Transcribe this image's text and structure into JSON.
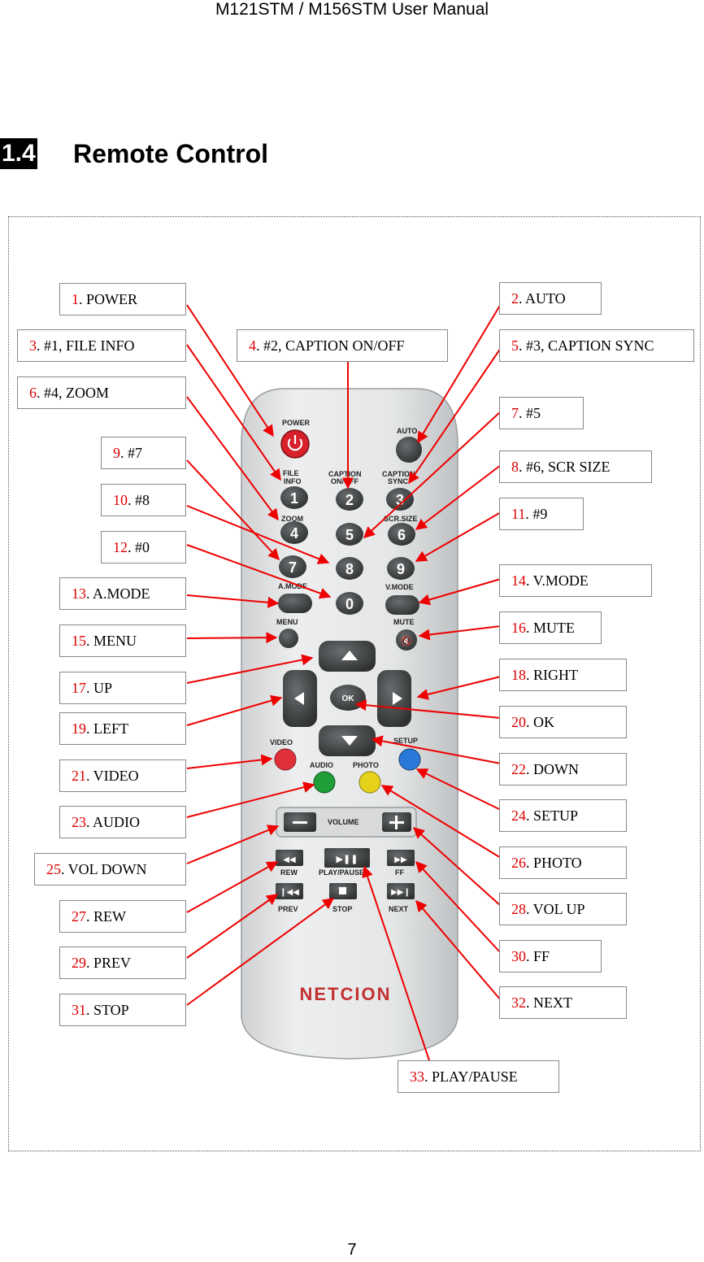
{
  "header": {
    "title": "M121STM / M156STM User Manual"
  },
  "section": {
    "number": "1.4",
    "title": "Remote Control"
  },
  "page_number": "7",
  "remote": {
    "brand": "NETCION",
    "buttons": {
      "power": "POWER",
      "auto": "AUTO",
      "file_info": "FILE\nINFO",
      "caption_onoff": "CAPTION\nON/OFF",
      "caption_sync": "CAPTION\nSYNC",
      "zoom": "ZOOM",
      "scr_size": "SCR.SIZE",
      "a_mode": "A.MODE",
      "v_mode": "V.MODE",
      "menu": "MENU",
      "mute": "MUTE",
      "ok": "OK",
      "video": "VIDEO",
      "setup": "SETUP",
      "audio": "AUDIO",
      "photo": "PHOTO",
      "volume": "VOLUME",
      "rew": "REW",
      "play_pause": "PLAY/PAUSE",
      "ff": "FF",
      "prev": "PREV",
      "stop": "STOP",
      "next": "NEXT",
      "digits": [
        "1",
        "2",
        "3",
        "4",
        "5",
        "6",
        "7",
        "8",
        "9",
        "0"
      ]
    }
  },
  "callouts": [
    {
      "num": "1",
      "text": ". POWER"
    },
    {
      "num": "2",
      "text": ". AUTO"
    },
    {
      "num": "3",
      "text": ". #1, FILE INFO"
    },
    {
      "num": "4",
      "text": ". #2, CAPTION ON/OFF"
    },
    {
      "num": "5",
      "text": ". #3, CAPTION SYNC"
    },
    {
      "num": "6",
      "text": ". #4, ZOOM"
    },
    {
      "num": "7",
      "text": ". #5"
    },
    {
      "num": "8",
      "text": ". #6, SCR SIZE"
    },
    {
      "num": "9",
      "text": ". #7"
    },
    {
      "num": "10",
      "text": ". #8"
    },
    {
      "num": "11",
      "text": ". #9"
    },
    {
      "num": "12",
      "text": ". #0"
    },
    {
      "num": "13",
      "text": ". A.MODE"
    },
    {
      "num": "14",
      "text": ". V.MODE"
    },
    {
      "num": "15",
      "text": ". MENU"
    },
    {
      "num": "16",
      "text": ". MUTE"
    },
    {
      "num": "17",
      "text": ". UP"
    },
    {
      "num": "18",
      "text": ". RIGHT"
    },
    {
      "num": "19",
      "text": ". LEFT"
    },
    {
      "num": "20",
      "text": ". OK"
    },
    {
      "num": "21",
      "text": ". VIDEO"
    },
    {
      "num": "22",
      "text": ". DOWN"
    },
    {
      "num": "23",
      "text": ". AUDIO"
    },
    {
      "num": "24",
      "text": ". SETUP"
    },
    {
      "num": "25",
      "text": ". VOL DOWN"
    },
    {
      "num": "26",
      "text": ". PHOTO"
    },
    {
      "num": "27",
      "text": ". REW"
    },
    {
      "num": "28",
      "text": ". VOL UP"
    },
    {
      "num": "29",
      "text": ". PREV"
    },
    {
      "num": "30",
      "text": ". FF"
    },
    {
      "num": "31",
      "text": ". STOP"
    },
    {
      "num": "32",
      "text": ". NEXT"
    },
    {
      "num": "33",
      "text": ". PLAY/PAUSE"
    }
  ],
  "colors": {
    "label_number": "#dd0000",
    "arrow": "#ee0000",
    "video_button": "#e0303a",
    "audio_button": "#1f9e3a",
    "photo_button": "#e6d21a",
    "setup_button": "#2a78d8",
    "power_button": "#d8202a"
  }
}
